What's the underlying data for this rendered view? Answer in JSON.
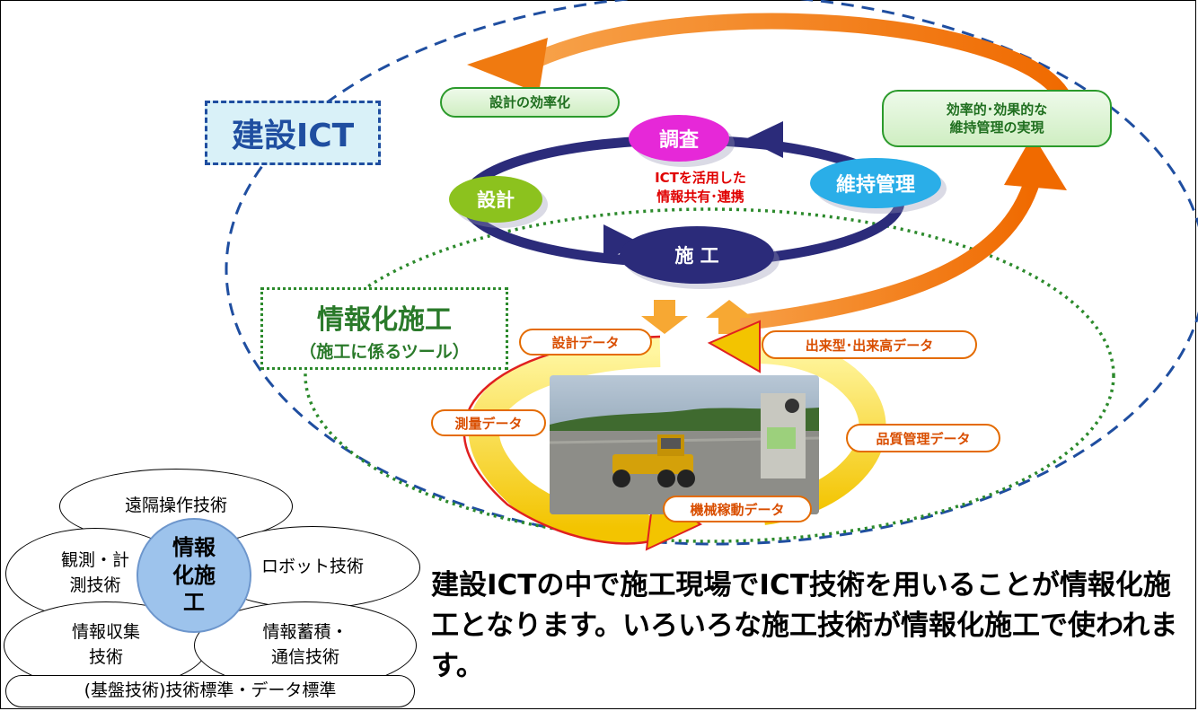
{
  "top": {
    "ict_title": "建設ICT",
    "joho_title": "情報化施工",
    "joho_sub": "（施工に係るツール）",
    "efficiency_design": "設計の効率化",
    "efficiency_maintenance": "効率的･効果的な\n維持管理の実現",
    "node_survey": "調査",
    "node_design": "設計",
    "node_maintenance": "維持管理",
    "node_construction": "施 工",
    "ict_sharing": "ICTを活用した\n情報共有･連携"
  },
  "data_labels": {
    "design_data": "設計データ",
    "survey_data": "測量データ",
    "dekigata_data": "出来型･出来高データ",
    "quality_data": "品質管理データ",
    "machine_data": "機械稼動データ"
  },
  "tools": {
    "center": "情報\n化施\n工",
    "remote": "遠隔操作技術",
    "measure": "観測・計\n測技術",
    "robot": "ロボット技術",
    "collect": "情報収集\n技術",
    "store": "情報蓄積・\n通信技術",
    "base": "(基盤技術)技術標準・データ標準"
  },
  "description": "建設ICTの中で施工現場でICT技術を用いることが情報化施工となります。いろいろな施工技術が情報化施工で使われます。",
  "colors": {
    "ict_blue": "#1f4ea0",
    "green": "#2c8a2c",
    "orange": "#f07a10",
    "navy": "#2b2b7a",
    "survey_magenta": "#e628d8",
    "design_green": "#8cc21e",
    "maintenance_cyan": "#2aaee8"
  }
}
